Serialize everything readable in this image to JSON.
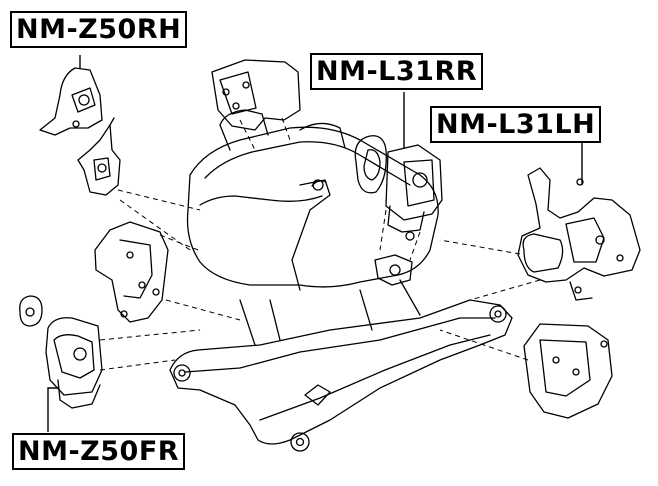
{
  "labels": {
    "z50rh": "NM-Z50RH",
    "l31rr": "NM-L31RR",
    "l31lh": "NM-L31LH",
    "z50fr": "NM-Z50FR"
  },
  "colors": {
    "line": "#000000",
    "background": "#ffffff"
  }
}
